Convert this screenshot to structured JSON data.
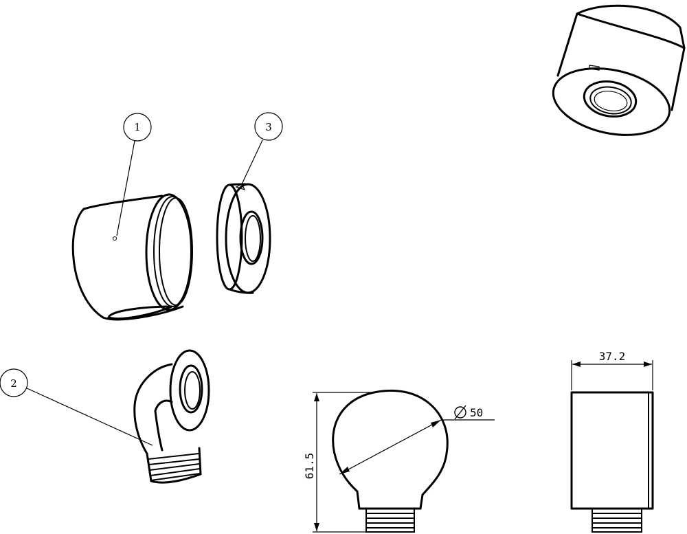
{
  "balloons": [
    {
      "id": "1",
      "label": "1"
    },
    {
      "id": "2",
      "label": "2"
    },
    {
      "id": "3",
      "label": "3"
    }
  ],
  "dimensions": {
    "height": "61.5",
    "diameter": "50",
    "width": "37.2"
  },
  "colors": {
    "line": "#000000",
    "background": "#ffffff"
  }
}
